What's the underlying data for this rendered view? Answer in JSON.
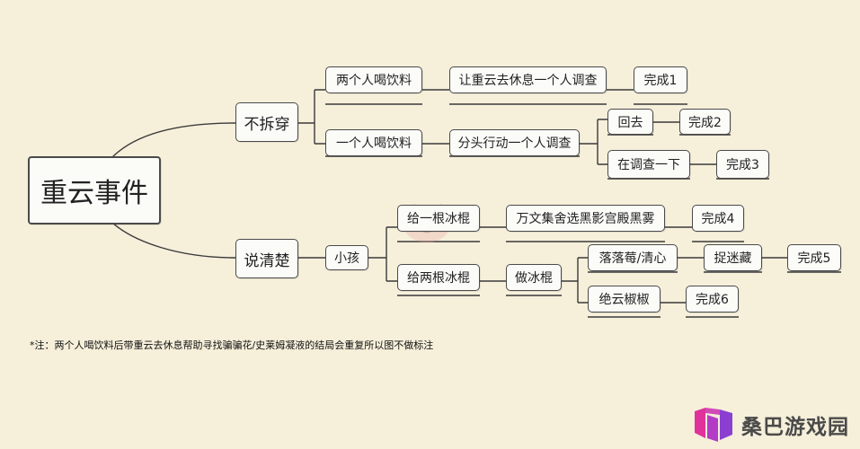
{
  "diagram": {
    "root": "重云事件",
    "branch_a": {
      "label": "不拆穿",
      "opt1": "两个人喝饮料",
      "opt1_step": "让重云去休息一个人调查",
      "end1": "完成1",
      "opt2": "一个人喝饮料",
      "opt2_step": "分头行动一个人调查",
      "opt2_sub1": "回去",
      "end2": "完成2",
      "opt2_sub2": "在调查一下",
      "end3": "完成3"
    },
    "branch_b": {
      "label": "说清楚",
      "child": "小孩",
      "opt1": "给一根冰棍",
      "opt1_step": "万文集舍选黑影宫殿黑雾",
      "end4": "完成4",
      "opt2": "给两根冰棍",
      "opt2_step": "做冰棍",
      "opt2_sub1": "落落莓/清心",
      "opt2_sub1_step": "捉迷藏",
      "end5": "完成5",
      "opt2_sub2": "绝云椒椒",
      "end6": "完成6"
    }
  },
  "note": "*注：两个人喝饮料后带重云去休息帮助寻找骗骗花/史莱姆凝液的结局会重复所以图不做标注",
  "logo": {
    "text": "桑巴游戏园",
    "colors": [
      "#e0329a",
      "#8b3fd1"
    ]
  }
}
